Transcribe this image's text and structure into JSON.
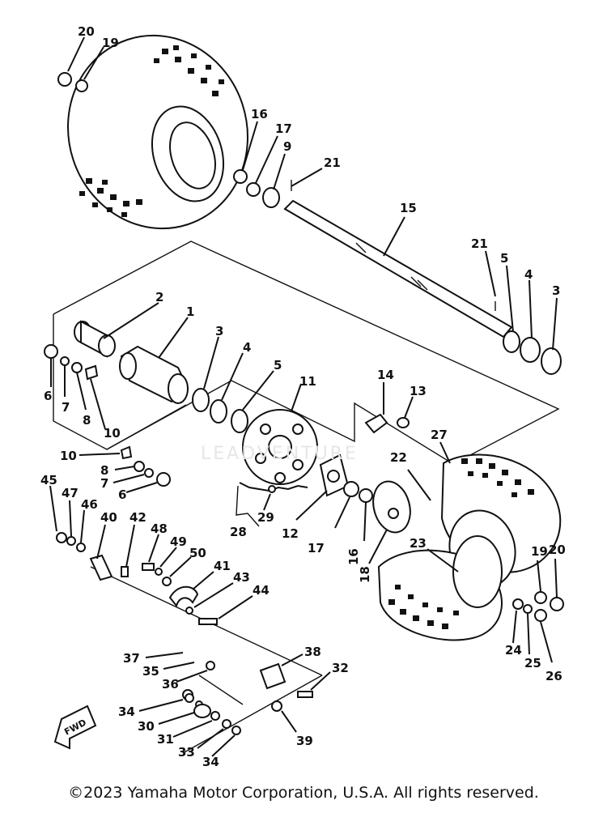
{
  "diagram": {
    "part_labels": {
      "p1": "1",
      "p2": "2",
      "p3a": "3",
      "p3b": "3",
      "p4a": "4",
      "p4b": "4",
      "p5a": "5",
      "p5b": "5",
      "p6a": "6",
      "p6b": "6",
      "p7a": "7",
      "p7b": "7",
      "p8a": "8",
      "p8b": "8",
      "p9": "9",
      "p10a": "10",
      "p10b": "10",
      "p11": "11",
      "p12": "12",
      "p13": "13",
      "p14": "14",
      "p15": "15",
      "p16a": "16",
      "p16b": "16",
      "p17a": "17",
      "p17b": "17",
      "p18": "18",
      "p19a": "19",
      "p19b": "19",
      "p20a": "20",
      "p20b": "20",
      "p21a": "21",
      "p21b": "21",
      "p22": "22",
      "p23": "23",
      "p24": "24",
      "p25": "25",
      "p26": "26",
      "p27": "27",
      "p28": "28",
      "p29": "29",
      "p30": "30",
      "p31": "31",
      "p32": "32",
      "p33": "33",
      "p34a": "34",
      "p34b": "34",
      "p35": "35",
      "p36": "36",
      "p37": "37",
      "p38": "38",
      "p39": "39",
      "p40": "40",
      "p41": "41",
      "p42": "42",
      "p43": "43",
      "p44": "44",
      "p45": "45",
      "p46": "46",
      "p47": "47",
      "p48": "48",
      "p49": "49",
      "p50": "50"
    },
    "fwd_mark": "FWD",
    "watermark": "LEADVENTURE",
    "copyright": "©2023 Yamaha Motor Corporation, U.S.A. All rights reserved."
  }
}
